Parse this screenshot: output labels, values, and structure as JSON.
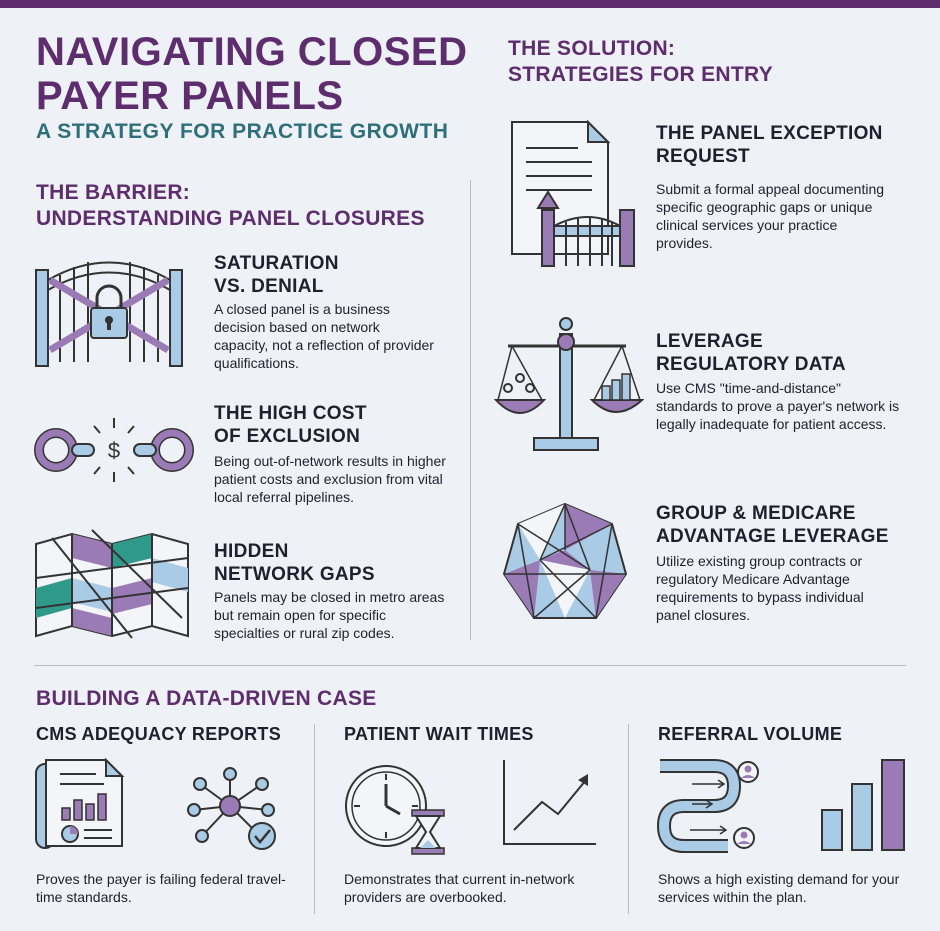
{
  "header": {
    "title": "NAVIGATING CLOSED PAYER PANELS",
    "subtitle": "A STRATEGY FOR PRACTICE GROWTH"
  },
  "barrier": {
    "heading_line1": "THE BARRIER:",
    "heading_line2": "UNDERSTANDING PANEL CLOSURES",
    "items": [
      {
        "title_line1": "SATURATION",
        "title_line2": "VS. DENIAL",
        "text": "A closed panel is a business decision based on network capacity, not a reflection of provider qualifications.",
        "icon": "locked-gate-icon"
      },
      {
        "title_line1": "THE HIGH COST",
        "title_line2": "OF EXCLUSION",
        "text": "Being out-of-network results in higher patient costs and exclusion from vital local referral pipelines.",
        "icon": "broken-chain-dollar-icon"
      },
      {
        "title_line1": "HIDDEN",
        "title_line2": "NETWORK GAPS",
        "text": "Panels may be closed in metro areas but remain open for specific specialties or rural zip codes.",
        "icon": "folded-map-icon"
      }
    ]
  },
  "solution": {
    "heading_line1": "THE SOLUTION:",
    "heading_line2": "STRATEGIES FOR ENTRY",
    "items": [
      {
        "title_line1": "THE PANEL EXCEPTION",
        "title_line2": "REQUEST",
        "text": "Submit a formal appeal documenting specific geographic gaps or unique clinical services your practice provides.",
        "icon": "document-bridge-icon"
      },
      {
        "title_line1": "LEVERAGE",
        "title_line2": "REGULATORY DATA",
        "text": "Use CMS \"time-and-distance\" standards to prove a payer's network is legally inadequate for patient access.",
        "icon": "scales-icon"
      },
      {
        "title_line1": "GROUP & MEDICARE",
        "title_line2": "ADVANTAGE LEVERAGE",
        "text": "Utilize existing group contracts or regulatory Medicare Advantage requirements to bypass individual panel closures.",
        "icon": "network-polygon-icon"
      }
    ]
  },
  "case": {
    "heading": "BUILDING A DATA-DRIVEN CASE",
    "columns": [
      {
        "title": "CMS ADEQUACY REPORTS",
        "text": "Proves the payer is failing federal travel-time standards.",
        "icons": [
          "report-document-icon",
          "network-hub-icon"
        ]
      },
      {
        "title": "PATIENT WAIT TIMES",
        "text": "Demonstrates that current in-network providers are overbooked.",
        "icons": [
          "clock-hourglass-icon",
          "rising-line-icon"
        ]
      },
      {
        "title": "REFERRAL VOLUME",
        "text": "Shows a high existing demand for your services within the plan.",
        "icons": [
          "referral-flow-icon",
          "bar-growth-icon"
        ]
      }
    ]
  },
  "colors": {
    "purple": "#5e2d6e",
    "teal": "#2e6f7a",
    "light_blue": "#a9cbe6",
    "lavender": "#9b7bb5",
    "green_teal": "#2f9a8c"
  }
}
